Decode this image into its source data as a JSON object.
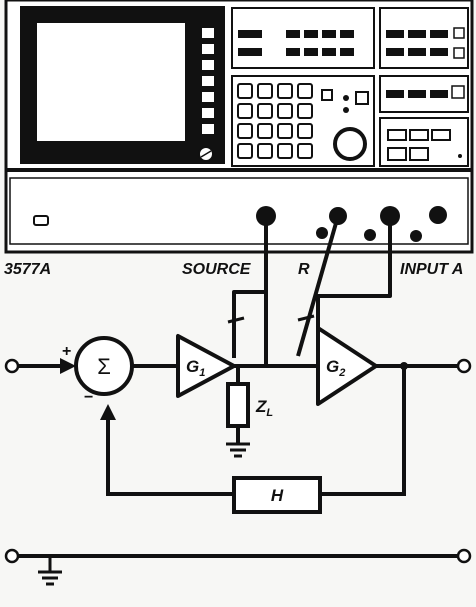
{
  "instrument": {
    "model_label": "3577A"
  },
  "ports": {
    "source_label": "SOURCE",
    "r_label": "R",
    "input_label": "INPUT A"
  },
  "loop": {
    "sum_symbol": "Σ",
    "plus_sign": "+",
    "minus_sign": "−",
    "g1_main": "G",
    "g1_sub": "1",
    "g2_main": "G",
    "g2_sub": "2",
    "load_main": "Z",
    "load_sub": "L",
    "feedback_label": "H"
  },
  "colors": {
    "ink": "#111111",
    "paper": "#f7f7f5",
    "panel": "#ffffff"
  }
}
